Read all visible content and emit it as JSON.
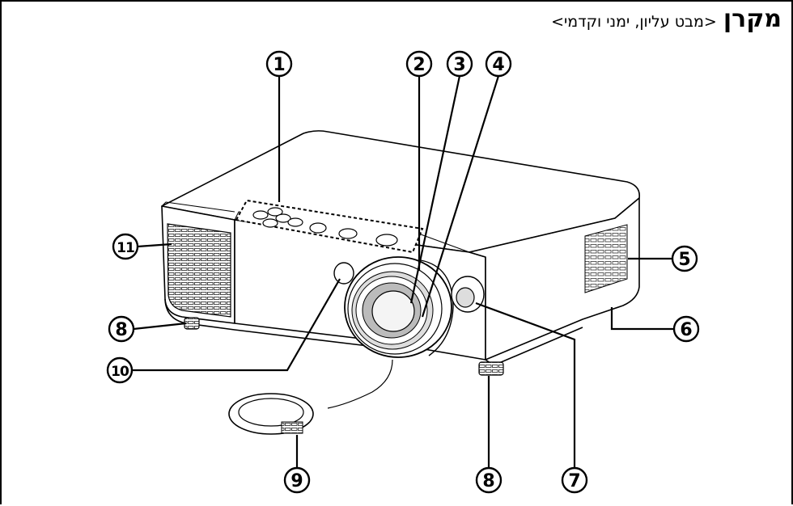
{
  "title": {
    "main": "מקרן",
    "sub": "<מבט עליון, ימני וקדמי>"
  },
  "callouts": [
    "1",
    "2",
    "3",
    "4",
    "5",
    "6",
    "7",
    "8",
    "9",
    "10",
    "11"
  ],
  "callout_symbols": {
    "1": "①",
    "2": "②",
    "3": "③",
    "4": "④",
    "5": "⑤",
    "6": "⑥",
    "7": "⑦",
    "8": "⑧",
    "9": "⑨",
    "10": "⑩",
    "11": "⑪"
  }
}
